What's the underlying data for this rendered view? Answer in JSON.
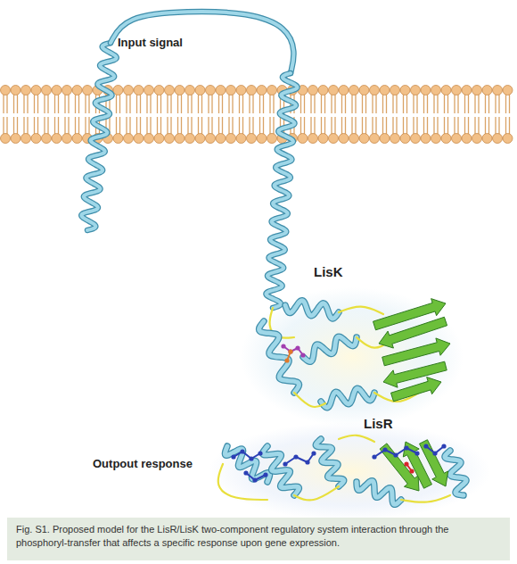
{
  "diagram": {
    "caption": "Fig. S1. Proposed model for the LisR/LisK two-component regulatory system interaction through the phosphoryl-transfer that affects a specific response upon gene expression.",
    "labels": [
      "Input signal",
      "LisK",
      "LisR",
      "Outpout response"
    ]
  }
}
